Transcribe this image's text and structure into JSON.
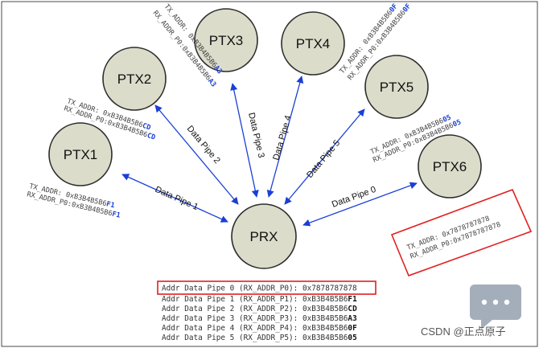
{
  "nodes": {
    "ptx1": "PTX1",
    "ptx2": "PTX2",
    "ptx3": "PTX3",
    "ptx4": "PTX4",
    "ptx5": "PTX5",
    "ptx6": "PTX6",
    "prx": "PRX"
  },
  "pipes": {
    "p0": "Data Pipe 0",
    "p1": "Data Pipe 1",
    "p2": "Data Pipe 2",
    "p3": "Data Pipe 3",
    "p4": "Data Pipe 4",
    "p5": "Data Pipe 5"
  },
  "addresses": {
    "ptx1": {
      "tx": "TX_ADDR: 0xB3B4B5B6",
      "tx_hl": "F1",
      "rx": "RX_ADDR_P0:0xB3B4B5B6",
      "rx_hl": "F1"
    },
    "ptx2": {
      "tx": "TX_ADDR: 0xB3B4B5B6",
      "tx_hl": "CD",
      "rx": "RX_ADDR_P0:0xB3B4B5B6",
      "rx_hl": "CD"
    },
    "ptx3": {
      "tx": "TX_ADDR: 0xB3B4B5B6",
      "tx_hl": "A3",
      "rx": "RX_ADDR_P0:0xB3B4B5B6",
      "rx_hl": "A3"
    },
    "ptx4": {
      "tx": "TX_ADDR: 0xB3B4B5B6",
      "tx_hl": "0F",
      "rx": "RX_ADDR_P0:0xB3B4B5B6",
      "rx_hl": "0F"
    },
    "ptx5": {
      "tx": "TX_ADDR: 0xB3B4B5B6",
      "tx_hl": "05",
      "rx": "RX_ADDR_P0:0xB3B4B5B6",
      "rx_hl": "05"
    },
    "ptx6": {
      "tx": "TX_ADDR: 0x7878787878",
      "rx": "RX_ADDR_P0:0x7878787878"
    }
  },
  "table": [
    {
      "text": "Addr Data Pipe 0 (RX_ADDR_P0): 0x7878787878",
      "hl": ""
    },
    {
      "text": "Addr Data Pipe 1 (RX_ADDR_P1): 0xB3B4B5B6",
      "hl": "F1"
    },
    {
      "text": "Addr Data Pipe 2 (RX_ADDR_P2): 0xB3B4B5B6",
      "hl": "CD"
    },
    {
      "text": "Addr Data Pipe 3 (RX_ADDR_P3): 0xB3B4B5B6",
      "hl": "A3"
    },
    {
      "text": "Addr Data Pipe 4 (RX_ADDR_P4): 0xB3B4B5B6",
      "hl": "0F"
    },
    {
      "text": "Addr Data Pipe 5 (RX_ADDR_P5): 0xB3B4B5B6",
      "hl": "05"
    }
  ],
  "watermark": "CSDN @正点原子",
  "colors": {
    "node_fill": "#dcdccb",
    "arrow": "#1a3fd6",
    "highlight_box": "#e02020"
  }
}
